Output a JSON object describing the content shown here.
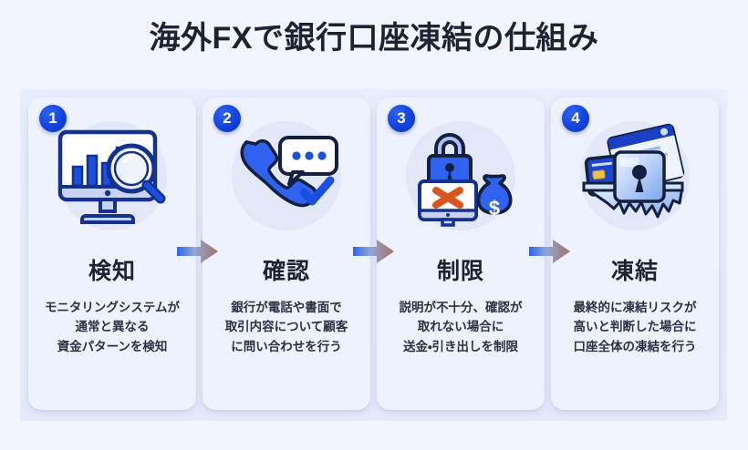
{
  "page": {
    "title": "海外FXで銀行口座凍結の仕組み",
    "background_color": "#f2f5fd",
    "band_color": "#e8edfa",
    "accent_color": "#1342dd",
    "card_color": "#eef2fc",
    "title_color": "#1d2330"
  },
  "steps": [
    {
      "number": "1",
      "title": "検知",
      "description": "モニタリングシステムが\n通常と異なる\n資金パターンを検知",
      "icon": "monitor-chart-magnifier-icon"
    },
    {
      "number": "2",
      "title": "確認",
      "description": "銀行が電話や書面で\n取引内容について顧客\nに問い合わせを行う",
      "icon": "phone-chat-check-icon"
    },
    {
      "number": "3",
      "title": "制限",
      "description": "説明が不十分、確認が\n取れない場合に\n送金・引き出しを制限",
      "icon": "lock-monitor-x-moneybag-icon"
    },
    {
      "number": "4",
      "title": "凍結",
      "description": "最終的に凍結リスクが\n高いと判断した場合に\n口座全体の凍結を行う",
      "icon": "frozen-card-ice-keyhole-icon"
    }
  ],
  "connectors": [
    {
      "name": "arrow-1-to-2",
      "icon": "arrow-right-icon"
    },
    {
      "name": "arrow-2-to-3",
      "icon": "arrow-right-icon"
    },
    {
      "name": "arrow-3-to-4",
      "icon": "arrow-right-icon"
    }
  ]
}
